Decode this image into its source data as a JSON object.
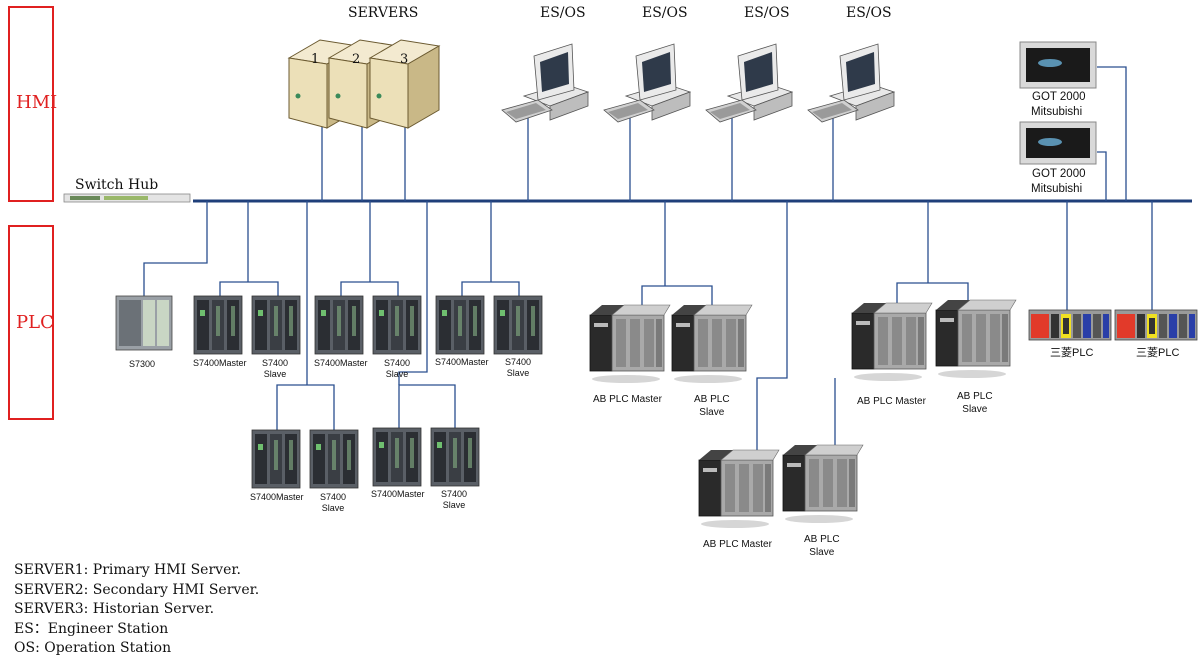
{
  "zones": {
    "hmi": "HMI",
    "plc": "PLC"
  },
  "switch_hub": "Switch Hub",
  "servers": {
    "title": "SERVERS",
    "numbers": [
      "1",
      "2",
      "3"
    ]
  },
  "stations": [
    "ES/OS",
    "ES/OS",
    "ES/OS",
    "ES/OS"
  ],
  "got": [
    {
      "line1": "GOT 2000",
      "line2": "Mitsubishi"
    },
    {
      "line1": "GOT 2000",
      "line2": "Mitsubishi"
    }
  ],
  "siemens": {
    "s7300": "S7300",
    "master": "S7400Master",
    "slave1": "S7400",
    "slave2": "Slave"
  },
  "ab": {
    "master": "AB PLC Master",
    "slave1": "AB PLC",
    "slave2": "Slave"
  },
  "mitsubishi_plc": [
    "三菱PLC",
    "三菱PLC"
  ],
  "legend": [
    "SERVER1: Primary HMI Server.",
    "SERVER2: Secondary HMI Server.",
    "SERVER3: Historian Server.",
    "ES：Engineer Station",
    "OS: Operation Station"
  ],
  "colors": {
    "bus": "#1f3f7a",
    "zone_border": "#e02020",
    "link": "#2a4f8f"
  }
}
